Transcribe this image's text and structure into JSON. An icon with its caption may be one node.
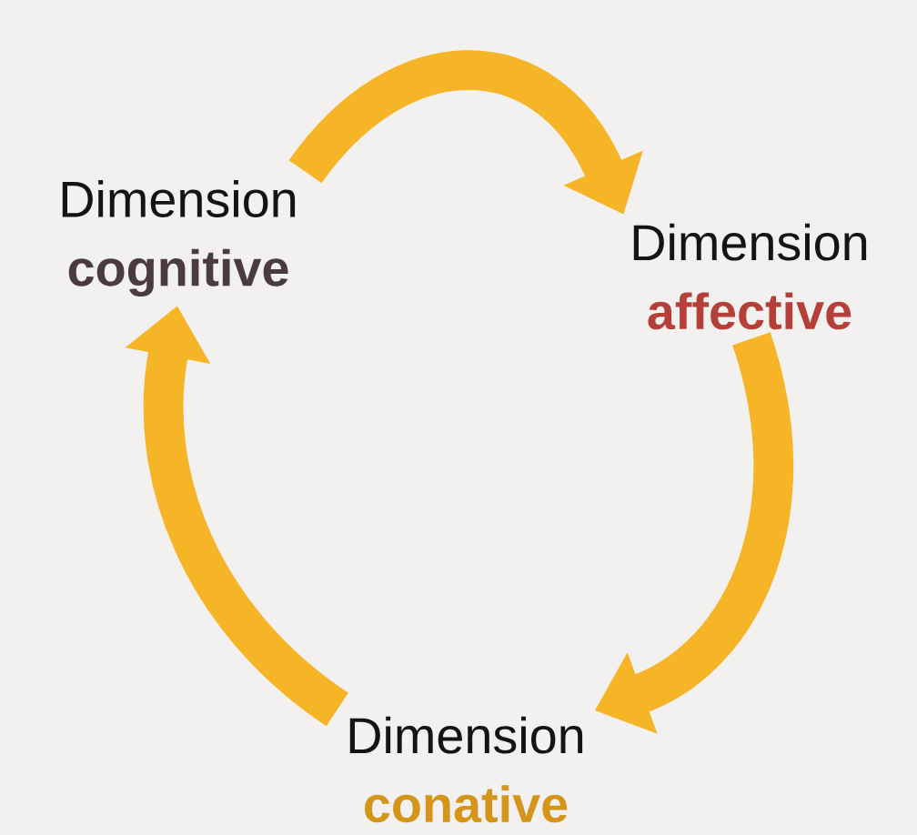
{
  "diagram": {
    "nodes": [
      {
        "text": [
          "Dimension",
          "cognitive"
        ]
      },
      {
        "text": [
          "Dimension",
          "affective"
        ]
      },
      {
        "text": [
          "Dimension",
          "conative"
        ]
      }
    ],
    "edges": [
      {
        "from": 0,
        "to": 1,
        "arrow": "to"
      },
      {
        "from": 1,
        "to": 2,
        "arrow": "to"
      },
      {
        "from": 2,
        "to": 0,
        "arrow": "to"
      }
    ]
  }
}
